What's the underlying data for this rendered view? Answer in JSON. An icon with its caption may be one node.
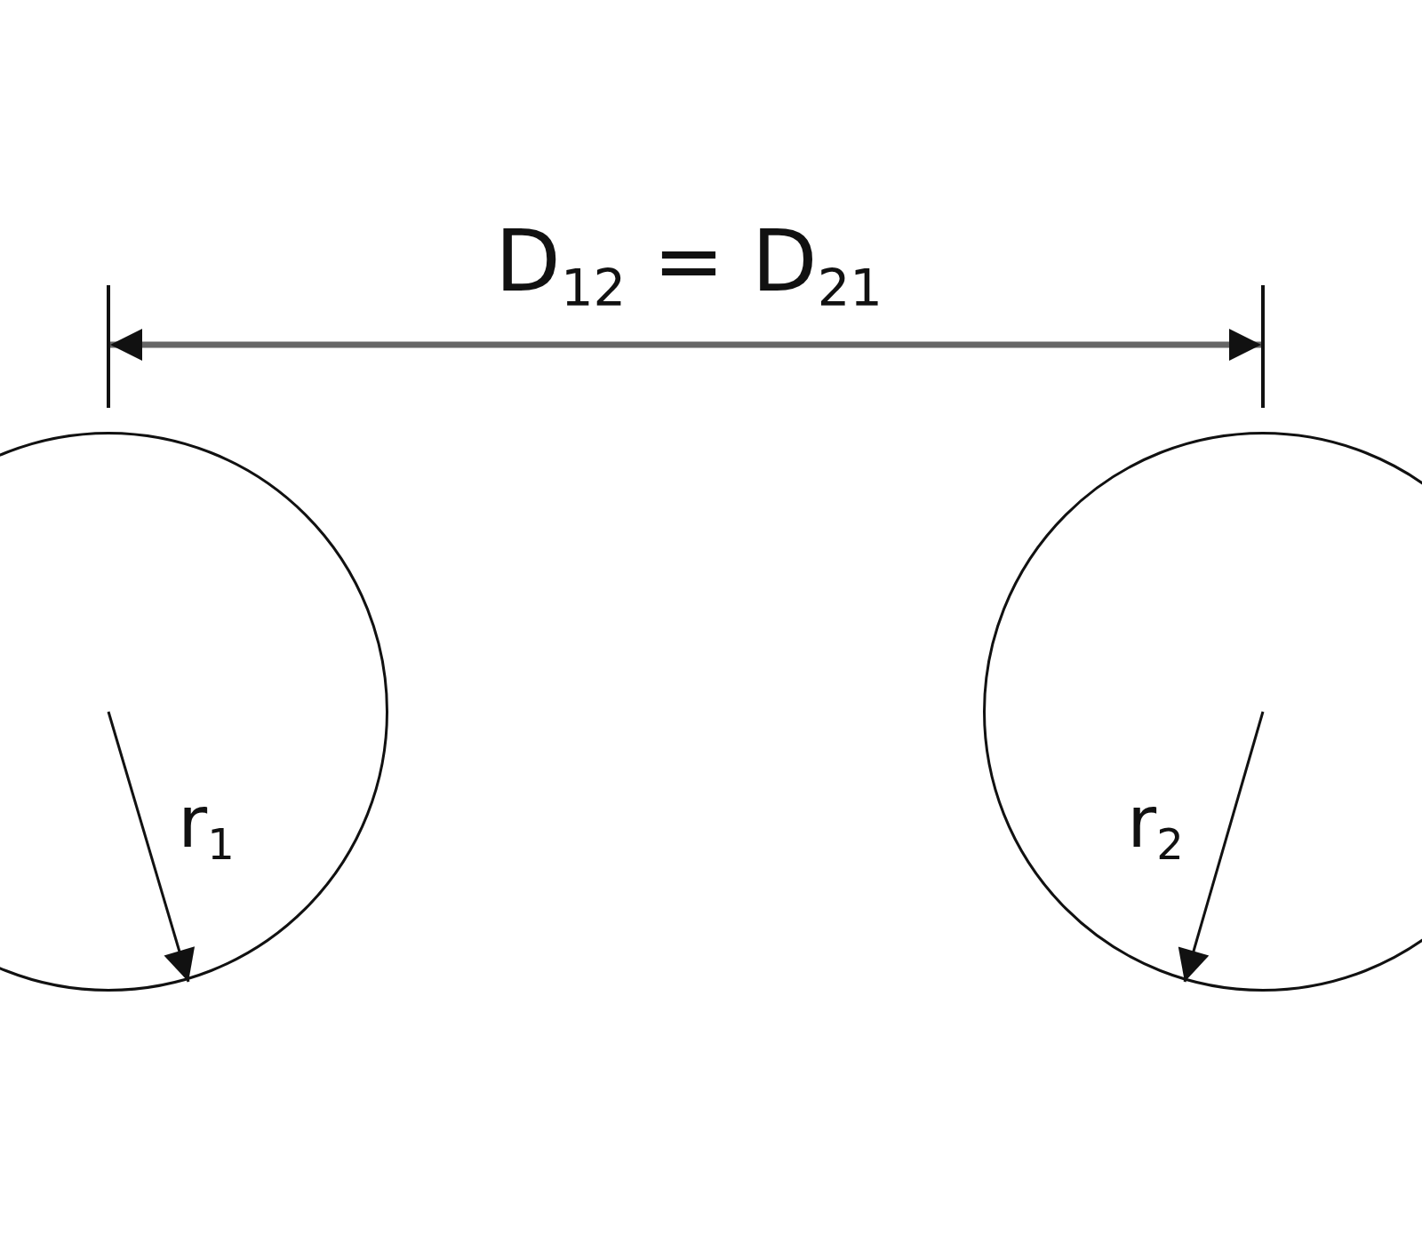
{
  "diagram": {
    "nodes": [
      {
        "text": [],
        "shape": "circle"
      },
      {
        "text": [],
        "shape": "circle"
      }
    ],
    "labels": [
      "D$_{12}$ = D$_{21}$",
      "r$_{1}$",
      "r$_{2}$"
    ]
  }
}
